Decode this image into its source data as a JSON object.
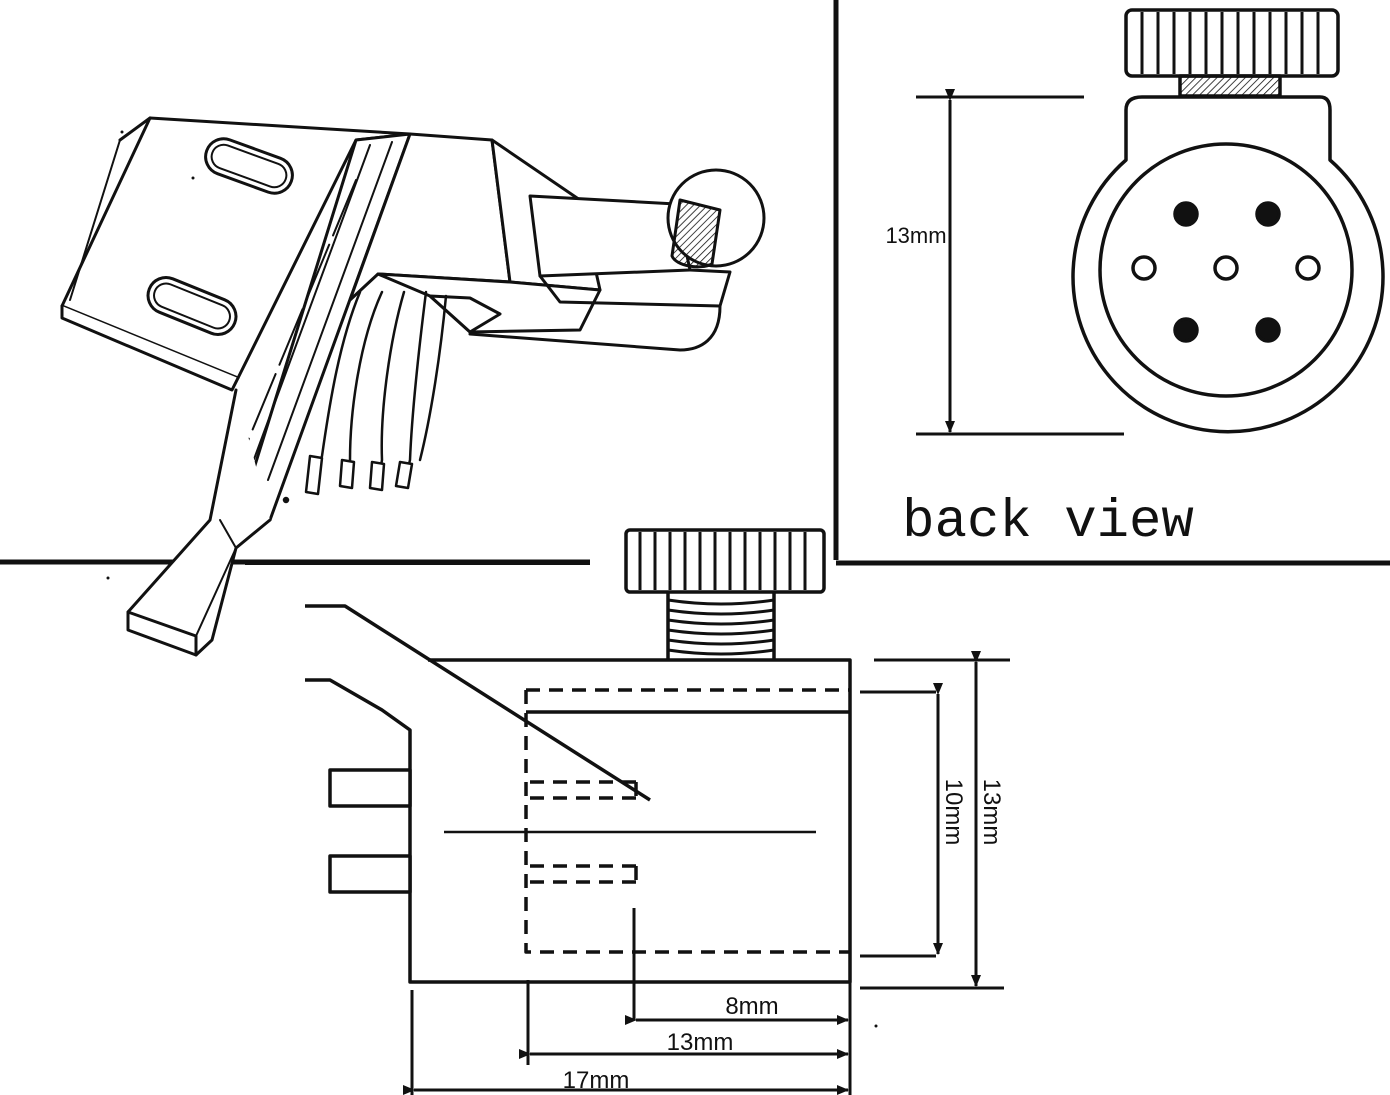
{
  "back_view": {
    "caption": "back view",
    "height_label": "13mm"
  },
  "side_view": {
    "height_outer_label": "13mm",
    "height_inner_label": "10mm",
    "width_8_label": "8mm",
    "width_13_label": "13mm",
    "width_17_label": "17mm"
  },
  "colors": {
    "ink": "#111111",
    "paper": "#ffffff"
  }
}
